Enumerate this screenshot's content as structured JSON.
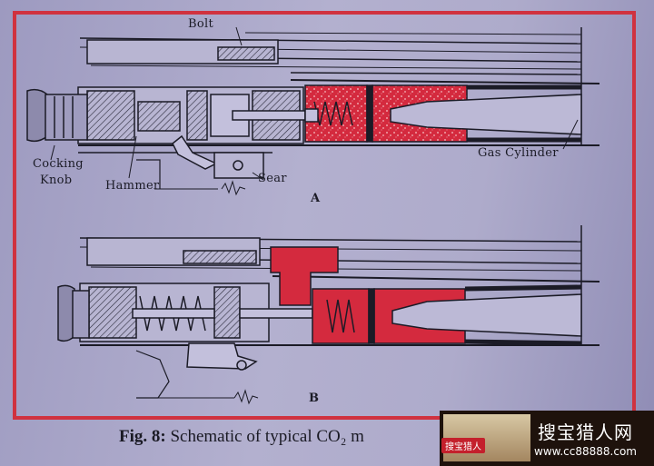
{
  "labels": {
    "bolt": "Bolt",
    "cocking_knob_line1": "Cocking",
    "cocking_knob_line2": "Knob",
    "hammer": "Hammer",
    "sear": "Sear",
    "gas_cylinder": "Gas Cylinder",
    "panel_a": "A",
    "panel_b": "B"
  },
  "caption": {
    "prefix": "Fig. 8:",
    "text": " Schematic of typical CO₂ m"
  },
  "watermark": {
    "badge": "搜宝猎人",
    "name": "搜宝猎人网",
    "url": "www.cc88888.com"
  },
  "colors": {
    "gas_red": "#d42a3e",
    "frame_red": "#d0323f",
    "ink": "#1b1b26"
  }
}
